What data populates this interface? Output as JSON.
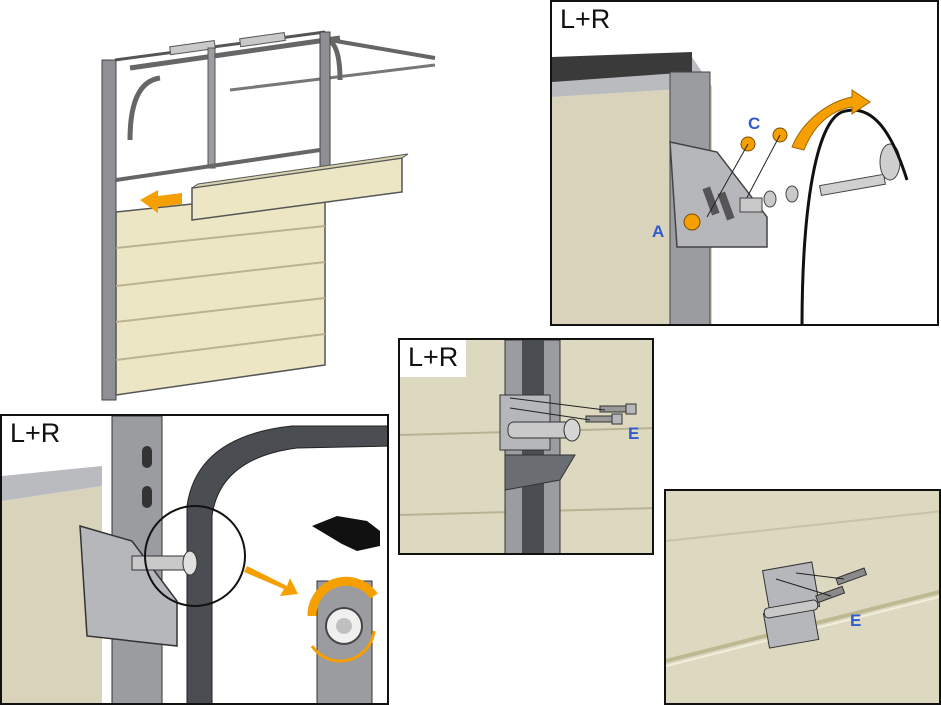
{
  "panels": {
    "bracket_roller": {
      "tag": "L+R",
      "callouts": {
        "nut": "C",
        "bracket": "A"
      }
    },
    "track_hinge": {
      "tag": "L+R",
      "callouts": {
        "bolt": "E"
      }
    },
    "roller_check": {
      "tag": "L+R"
    },
    "center_hinge": {
      "callouts": {
        "bolt": "E"
      }
    }
  },
  "colors": {
    "panel_fill": "#ece6c4",
    "steel": "#9a9ca0",
    "dark_steel": "#4a4d52",
    "arrow": "#f5a000",
    "label": "#2f5bd0"
  }
}
